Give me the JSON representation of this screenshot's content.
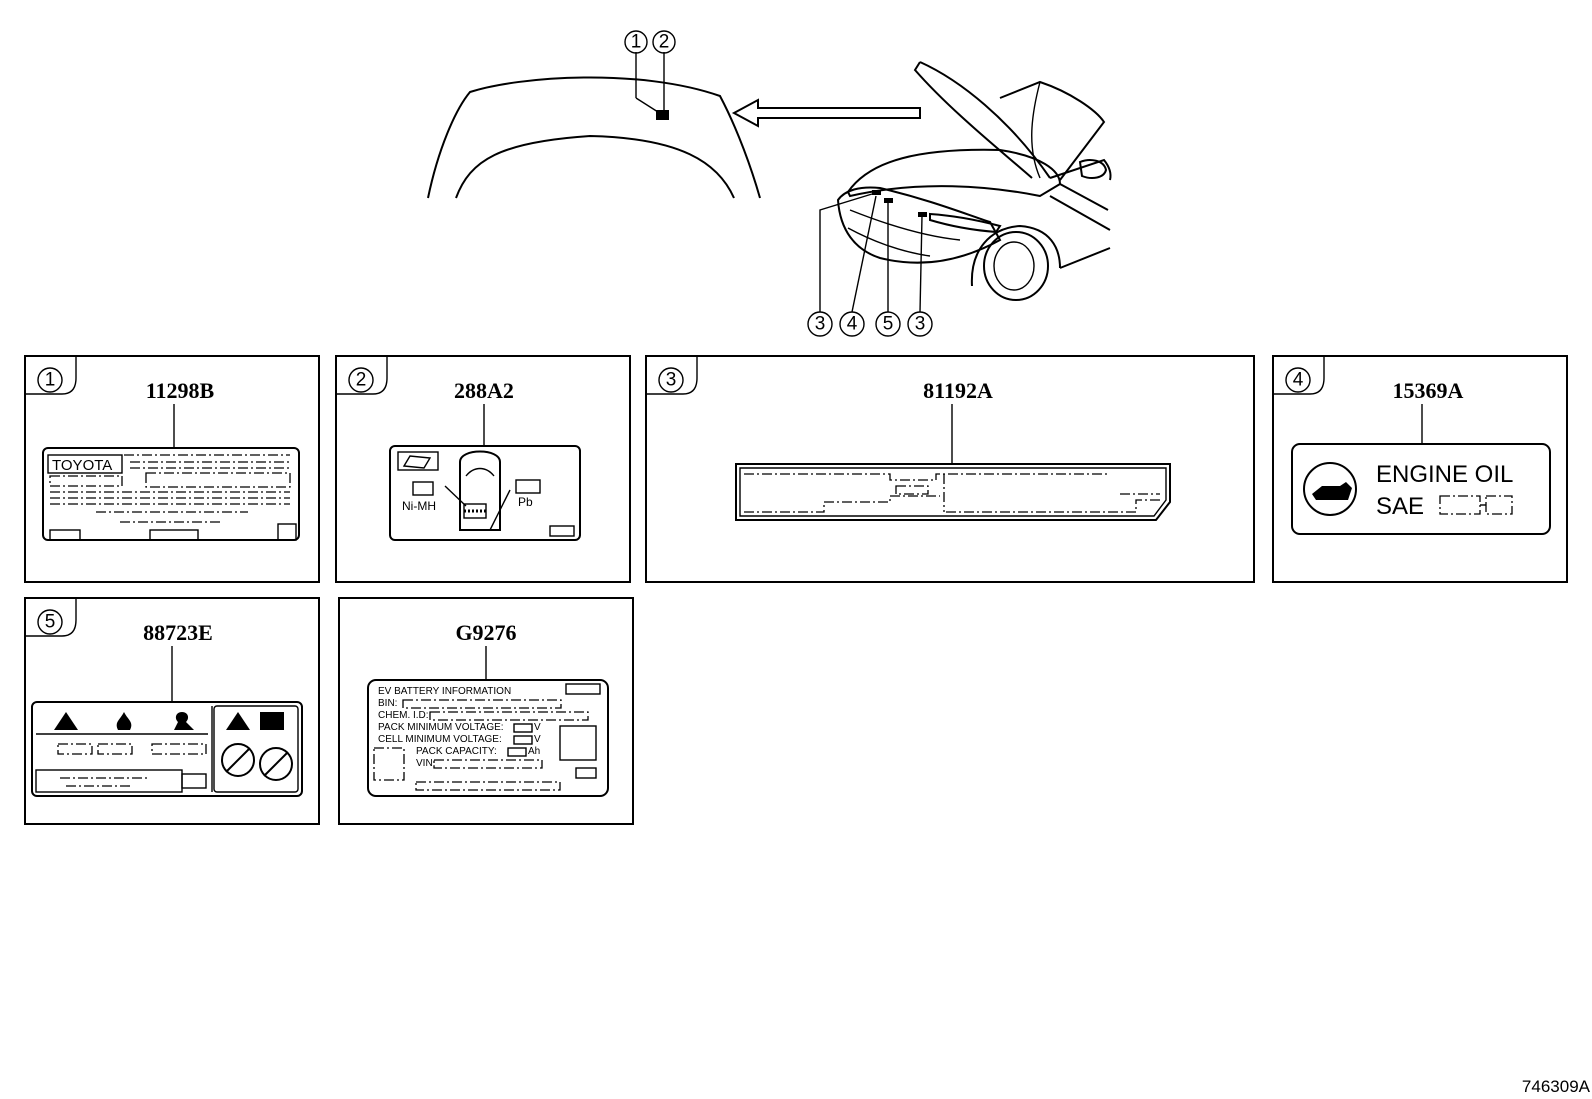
{
  "figure_id": "746309A",
  "callouts_top": [
    "1",
    "2"
  ],
  "callouts_car": [
    "3",
    "4",
    "5",
    "3"
  ],
  "panels": [
    {
      "num": "1",
      "part": "11298B",
      "label_text": "TOYOTA"
    },
    {
      "num": "2",
      "part": "288A2",
      "label_left": "Ni-MH",
      "label_right": "Pb"
    },
    {
      "num": "3",
      "part": "81192A"
    },
    {
      "num": "4",
      "part": "15369A",
      "line1": "ENGINE OIL",
      "line2": "SAE"
    },
    {
      "num": "5",
      "part": "88723E"
    },
    {
      "num": "",
      "part": "G9276",
      "rows": [
        "EV BATTERY INFORMATION",
        "BIN:",
        "CHEM. I.D:",
        "PACK MINIMUM VOLTAGE:",
        "CELL MINIMUM VOLTAGE:",
        "PACK CAPACITY:",
        "VIN:"
      ],
      "unit_v1": "V",
      "unit_v2": "V",
      "unit_ah": "Ah"
    }
  ]
}
